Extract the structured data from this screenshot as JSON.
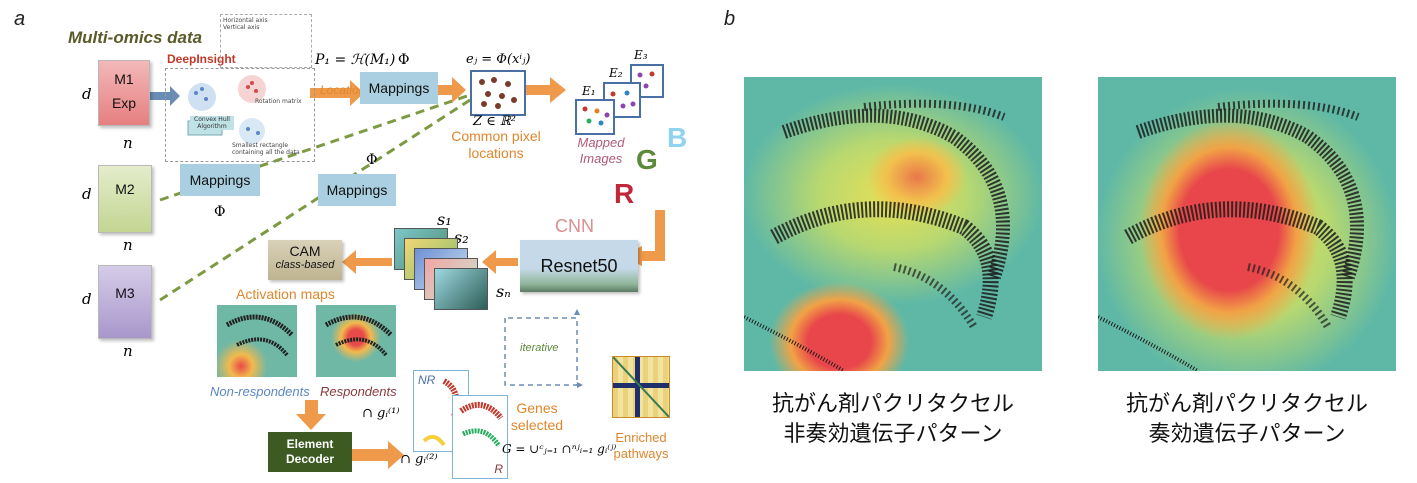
{
  "panel_a": {
    "letter": "a",
    "title": "Multi-omics data",
    "deepinsight": "DeepInsight",
    "m1_line1": "M1",
    "m1_line2": "Exp",
    "m2": "M2",
    "m3": "M3",
    "dim_d": "d",
    "dim_n": "n",
    "formula_p1": "P₁ = ℋ(M₁)",
    "phi": "Φ",
    "locations": "Locations",
    "mappings": "Mappings",
    "ej_formula": "eⱼ = Φ(xⁱⱼ)",
    "z_formula": "Z ∈ ℝ²",
    "common_pixel": "Common pixel locations",
    "e1": "E₁",
    "e2": "E₂",
    "e3": "E₃",
    "mapped_images": "Mapped Images",
    "rgb_b": "B",
    "rgb_g": "G",
    "rgb_r": "R",
    "cnn": "CNN",
    "resnet": "Resnet50",
    "s1": "s₁",
    "s2": "s₂",
    "sn": "sₙ",
    "cam_line1": "CAM",
    "cam_line2": "class-based",
    "activation_maps": "Activation maps",
    "non_respondents": "Non-respondents",
    "respondents": "Respondents",
    "iterative": "iterative",
    "nr": "NR",
    "r": "R",
    "cap_g1": "∩ gᵢ⁽¹⁾",
    "cap_g2": "∩ gᵢ⁽²⁾",
    "genes_selected": "Genes selected",
    "g_formula": "G = ∪ᶜⱼ₌₁ ∩ⁿʲᵢ₌₁ gᵢ⁽ʲ⁾",
    "element_decoder_line1": "Element",
    "element_decoder_line2": "Decoder",
    "enriched_line1": "Enriched",
    "enriched_line2": "pathways",
    "inset_lines": [
      "Horizontal axis",
      "Vertical axis",
      "Rotation matrix",
      "Convex Hull Algorithm",
      "Smallest rectangle containing all the data"
    ]
  },
  "panel_b": {
    "letter": "b",
    "left_caption_line1": "抗がん剤パクリタクセル",
    "left_caption_line2": "非奏効遺伝子パターン",
    "right_caption_line1": "抗がん剤パクリタクセル",
    "right_caption_line2": "奏効遺伝子パターン",
    "heat_colors": {
      "low": "#5fb8a6",
      "mid": "#e8e054",
      "high": "#e8464a"
    }
  }
}
